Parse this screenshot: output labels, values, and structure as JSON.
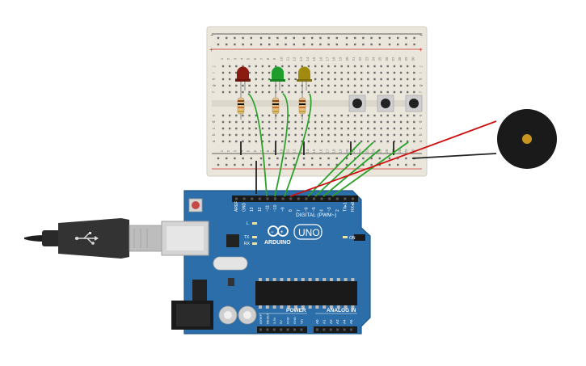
{
  "arduino": {
    "logo_text": "ARDUINO",
    "model": "UNO",
    "digital_header": "DIGITAL (PWM~)",
    "power_header": "POWER",
    "analog_header": "ANALOG IN",
    "on_label": "ON",
    "led_labels": {
      "l": "L",
      "tx": "TX",
      "rx": "RX"
    },
    "digital_pins": [
      "AREF",
      "GND",
      "13",
      "12",
      "~11",
      "~10",
      "~9",
      "8",
      "7",
      "~6",
      "~5",
      "4",
      "~3",
      "2",
      "TX▸1",
      "RX◂0"
    ],
    "power_pins": [
      "IOREF",
      "RESET",
      "3.3V",
      "5V",
      "GND",
      "GND",
      "Vin"
    ],
    "analog_pins": [
      "A0",
      "A1",
      "A2",
      "A3",
      "A4",
      "A5"
    ]
  },
  "breadboard": {
    "row_letters_top": [
      "j",
      "i",
      "h",
      "g",
      "f"
    ],
    "row_letters_bottom": [
      "e",
      "d",
      "c",
      "b",
      "a"
    ],
    "column_numbers": [
      "1",
      "2",
      "3",
      "4",
      "5",
      "6",
      "7",
      "8",
      "9",
      "10",
      "11",
      "12",
      "13",
      "14",
      "15",
      "16",
      "17",
      "18",
      "19",
      "20",
      "21",
      "22",
      "23",
      "24",
      "25",
      "26",
      "27",
      "28",
      "29",
      "30"
    ]
  },
  "components": {
    "leds": [
      {
        "color_name": "red",
        "color": "#8b1a10"
      },
      {
        "color_name": "green",
        "color": "#1f9e2e"
      },
      {
        "color_name": "yellow",
        "color": "#a08a10"
      }
    ],
    "pushbutton_count": 3,
    "buzzer_color": "#1a1a1a"
  },
  "colors": {
    "board_blue": "#2b6eaa",
    "board_dark": "#1e5688",
    "breadboard": "#eae6dc",
    "wire_green": "#2aa02a",
    "wire_red": "#d01010",
    "wire_black": "#222222",
    "rail_red": "#cc3333",
    "rail_black": "#333333"
  }
}
